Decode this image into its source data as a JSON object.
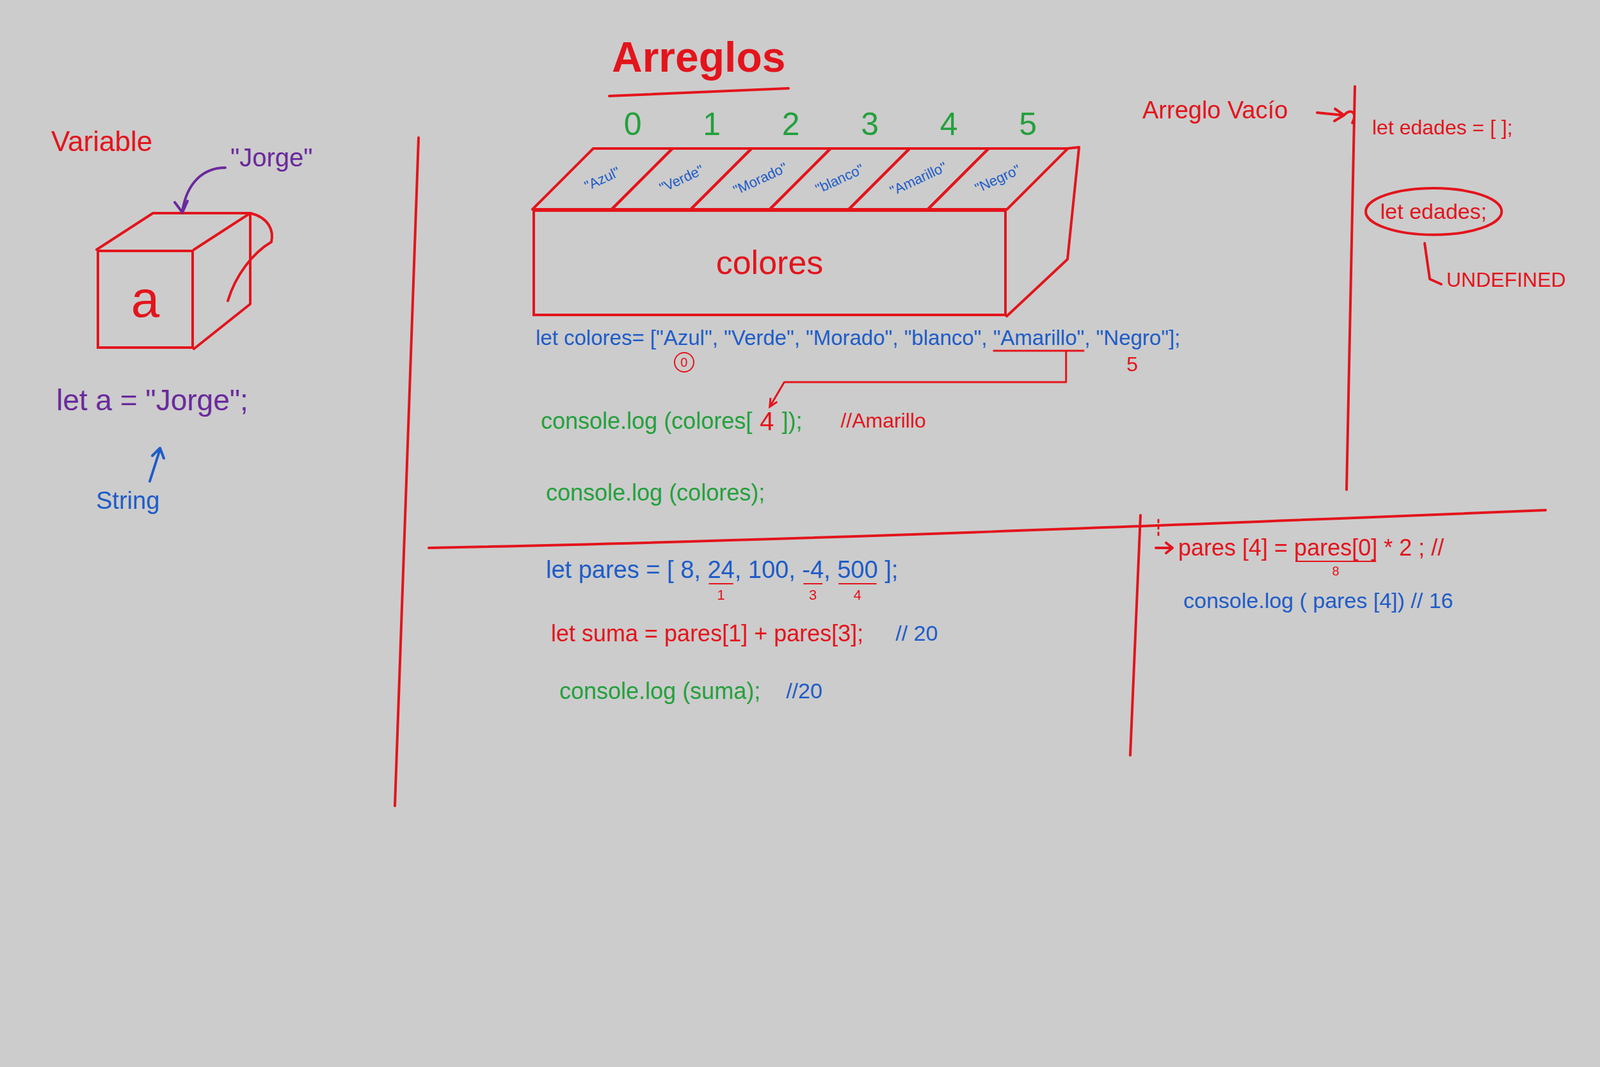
{
  "diagram": {
    "title": "Arreglos",
    "nodes": [
      {
        "text": [
          "a"
        ]
      },
      {
        "text": [
          "\"Azul\""
        ]
      },
      {
        "text": [
          "\"Verde\""
        ]
      },
      {
        "text": [
          "\"Morado\""
        ]
      },
      {
        "text": [
          "\"blanco\""
        ]
      },
      {
        "text": [
          "\"Amarillo\""
        ]
      },
      {
        "text": [
          "\"Negro\""
        ]
      },
      {
        "text": [
          "colores"
        ]
      },
      {
        "text": [
          "0"
        ]
      },
      {
        "text": [
          "let edades;"
        ]
      }
    ],
    "labels": [
      "Variable",
      "\"Jorge\"",
      "let a = \"Jorge\";",
      "String",
      "0",
      "1",
      "2",
      "3",
      "4",
      "5",
      "let colores= [\"Azul\", \"Verde\", \"Morado\", \"blanco\", \"Amarillo\", \"Negro\"];",
      "5",
      "console.log (colores[",
      "4",
      "]);",
      "//Amarillo",
      "console.log (colores);",
      "let pares = [ 8, 24, 100, -4, 500 ];",
      "1",
      "3",
      "4",
      "let suma = pares[1] + pares[3];",
      "// 20",
      "console.log (suma);",
      "//20",
      "pares [4] = pares[0] * 2 ; //",
      "8",
      "console.log ( pares [4]) // 16",
      "Arreglo Vacío",
      "let edades = [ ];",
      "UNDEFINED"
    ]
  }
}
